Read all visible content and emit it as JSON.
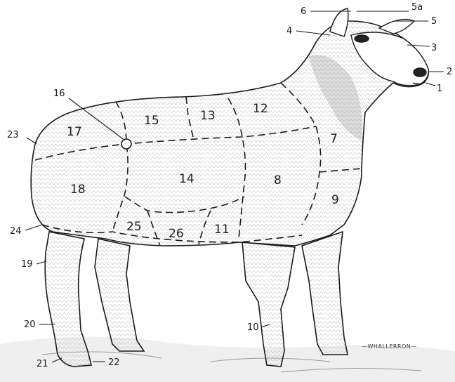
{
  "regions": {
    "r7": "7",
    "r8": "8",
    "r9": "9",
    "r11": "11",
    "r12": "12",
    "r13": "13",
    "r14": "14",
    "r15": "15",
    "r17": "17",
    "r18": "18",
    "r25": "25",
    "r26": "26"
  },
  "callouts": {
    "c1": "1",
    "c2": "2",
    "c3": "3",
    "c4": "4",
    "c5": "5",
    "c5a": "5a",
    "c6": "6",
    "c10": "10",
    "c16": "16",
    "c19": "19",
    "c20": "20",
    "c21": "21",
    "c22": "22",
    "c23": "23",
    "c24": "24"
  },
  "signature": "—WHALLERRON—",
  "colors": {
    "ink": "#1a1a1a",
    "shade": "#9a9a9a",
    "paper": "#ffffff"
  }
}
